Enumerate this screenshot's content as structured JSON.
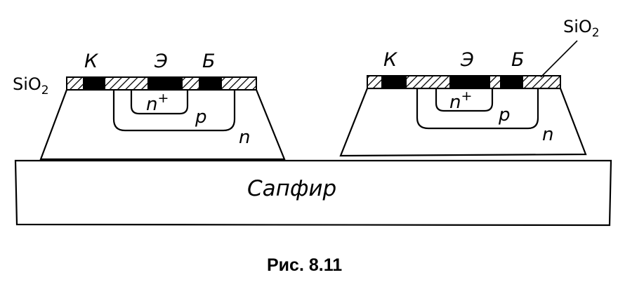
{
  "substrate": {
    "label": "Сапфир"
  },
  "oxide_label": "SiO",
  "oxide_subscript": "2",
  "terminals": {
    "collector": "К",
    "emitter": "Э",
    "base": "Б"
  },
  "regions": {
    "emitter_doping": "n",
    "emitter_superscript": "+",
    "base_doping": "p",
    "collector_doping": "n"
  },
  "caption": "Рис. 8.11",
  "colors": {
    "ink": "#000000",
    "paper": "#ffffff"
  }
}
